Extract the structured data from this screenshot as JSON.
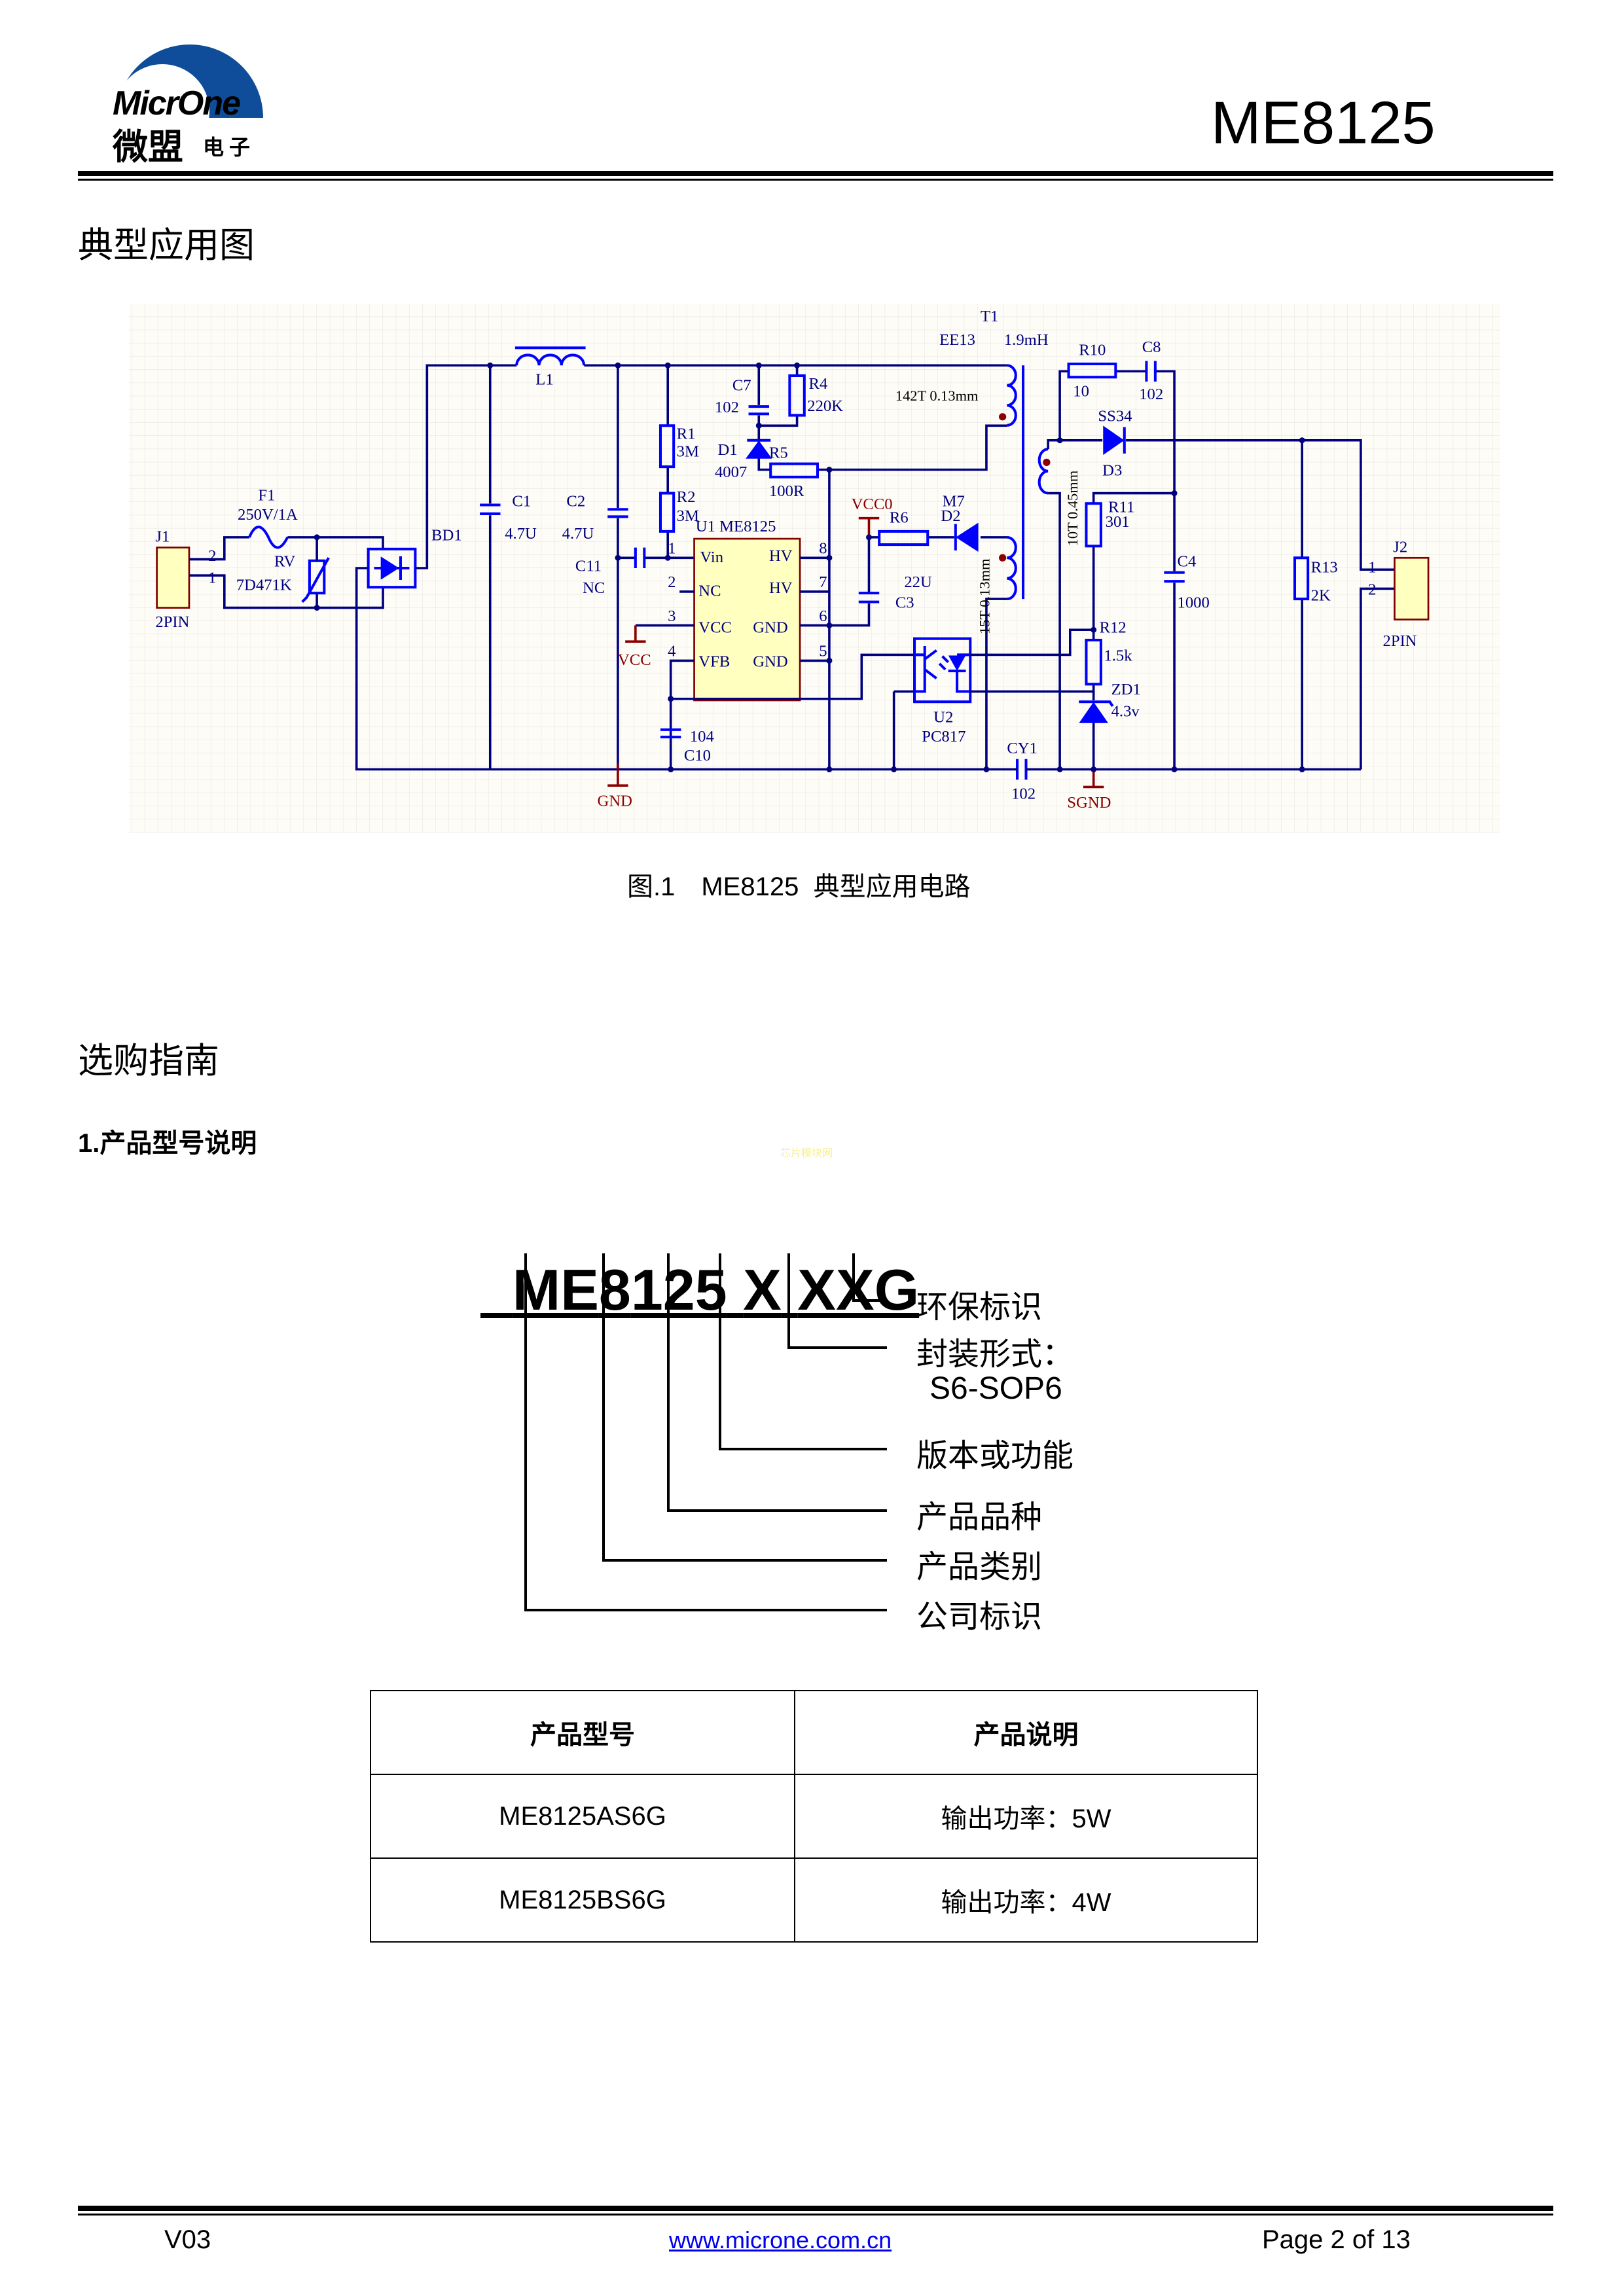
{
  "logo": {
    "en": "MicrOne",
    "cn": "微盟",
    "cn2": "电子",
    "color": "#0f4c9a"
  },
  "header": {
    "part": "ME8125"
  },
  "section1": {
    "title": "典型应用图",
    "caption": "图.1　ME8125  典型应用电路"
  },
  "schematic": {
    "j1": "J1",
    "j1_type": "2PIN",
    "j1_p2": "2",
    "j1_p1": "1",
    "f1": "F1",
    "f1_val": "250V/1A",
    "rv": "RV",
    "rv_val": "7D471K",
    "bd1": "BD1",
    "l1": "L1",
    "c1": "C1",
    "c1_val": "4.7U",
    "c2": "C2",
    "c2_val": "4.7U",
    "c11": "C11",
    "c11_val": "NC",
    "r1": "R1",
    "r1_val": "3M",
    "r2": "R2",
    "r2_val": "3M",
    "c7": "C7",
    "c7_val": "102",
    "r4": "R4",
    "r4_val": "220K",
    "d1": "D1",
    "d1_val": "4007",
    "r5": "R5",
    "r5_val": "100R",
    "u1": "U1 ME8125",
    "u1_pins": [
      "Vin",
      "NC",
      "VCC",
      "VFB",
      "HV",
      "HV",
      "GND",
      "GND"
    ],
    "u1_nums": [
      "1",
      "2",
      "3",
      "4",
      "8",
      "7",
      "6",
      "5"
    ],
    "vcc": "VCC",
    "gnd": "GND",
    "c10": "C10",
    "c10_val": "104",
    "t1": "T1",
    "t1_core": "EE13",
    "t1_l": "1.9mH",
    "pri": "142T 0.13mm",
    "aux": "15T 0.13mm",
    "sec": "10T 0.45mm",
    "vcc0": "VCC0",
    "r6": "R6",
    "m7": "M7",
    "d2": "D2",
    "c3": "C3",
    "c3_val": "22U",
    "u2": "U2",
    "u2_val": "PC817",
    "cy1": "CY1",
    "cy1_val": "102",
    "r10": "R10",
    "r10_val": "10",
    "c8": "C8",
    "c8_val": "102",
    "d3_val": "SS34",
    "d3": "D3",
    "r11": "R11",
    "r11_val": "301",
    "r12": "R12",
    "r12_val": "1.5k",
    "zd1": "ZD1",
    "zd1_val": "4.3v",
    "sgnd": "SGND",
    "c4": "C4",
    "c4_val": "1000",
    "r13": "R13",
    "r13_val": "2K",
    "j2": "J2",
    "j2_type": "2PIN",
    "j2_p1": "1",
    "j2_p2": "2"
  },
  "section2": {
    "title": "选购指南",
    "subtitle": "1.产品型号说明",
    "watermark": "芯片模块网"
  },
  "partcode": {
    "parts": [
      "ME",
      "8",
      "125",
      "X",
      "X",
      "XG"
    ],
    "labels": [
      "环保标识",
      "封装形式：",
      "S6-SOP6",
      "版本或功能",
      "产品品种",
      "产品类别",
      "公司标识"
    ]
  },
  "table": {
    "headers": [
      "产品型号",
      "产品说明"
    ],
    "rows": [
      [
        "ME8125AS6G",
        "输出功率：5W"
      ],
      [
        "ME8125BS6G",
        "输出功率：4W"
      ]
    ]
  },
  "footer": {
    "version": "V03",
    "url": "www.microne.com.cn",
    "page": "Page 2 of 13"
  }
}
